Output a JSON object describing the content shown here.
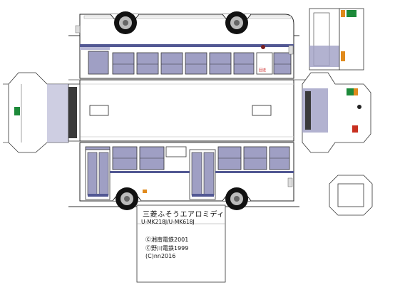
{
  "label": {
    "title": "三菱ふそうエアロミディ",
    "model": "U-MK218J/U-MK618J",
    "copyright_1": "Ⓒ湘南電鉄2001",
    "copyright_2": "Ⓒ野川電鉄1999",
    "copyright_3": "(C)nn2016"
  },
  "bus_markings": {
    "route_display": "回送"
  },
  "colors": {
    "window": "#9f9fc4",
    "stripe": "#b9b9d6",
    "dark_stripe": "#525893",
    "tire": "#111111",
    "roof_gray": "#e6e6e6",
    "destination_green": "#1d8a3a",
    "lamp_orange": "#e08a1c",
    "lamp_red": "#c83020",
    "route_red": "#cc2222"
  }
}
